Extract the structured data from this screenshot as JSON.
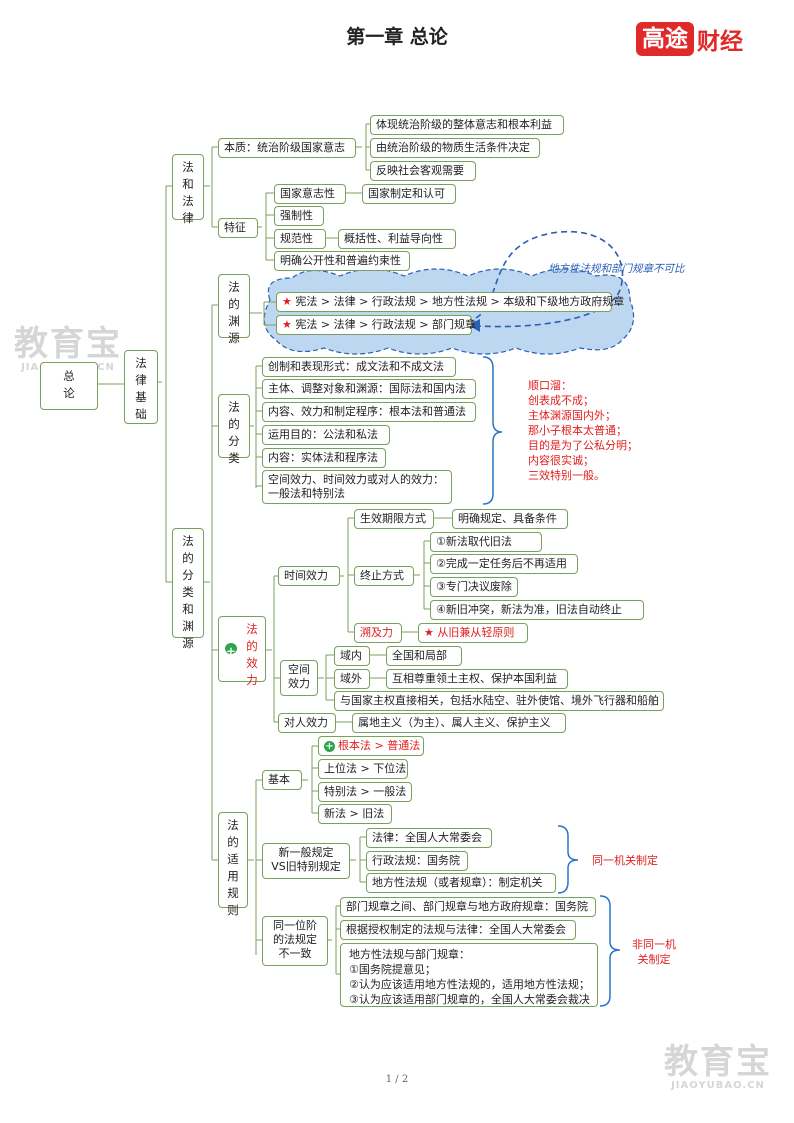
{
  "title": "第一章 总论",
  "logo": {
    "part1": "高途",
    "part2": "财经"
  },
  "watermark": {
    "text": "教育宝",
    "url": "JIAOYUBAO.CN"
  },
  "root": "总论",
  "l1": "法律基础",
  "fa_he_falv": {
    "label": "法和法律",
    "benzhi": "本质：统治阶级国家意志",
    "benzhi_items": [
      "体现统治阶级的整体意志和根本利益",
      "由统治阶级的物质生活条件决定",
      "反映社会客观需要"
    ],
    "tezheng": "特征",
    "tezheng_items": [
      "国家意志性",
      "强制性",
      "规范性",
      "明确公开性和普遍约束性"
    ],
    "guojia_sub": "国家制定和认可",
    "guifan_sub": "概括性、利益导向性"
  },
  "fenlei_yuanyuan": {
    "label": "法的分类和渊源",
    "yuanyuan": "法的渊源",
    "yuanyuan_items": [
      "宪法 > 法律 > 行政法规 > 地方性法规 > 本级和下级地方政府规章",
      "宪法 > 法律 > 行政法规 > 部门规章"
    ],
    "cloud_note": "地方性法规和部门规章不可比",
    "fenlei": "法的分类",
    "fenlei_items": [
      "创制和表现形式：成文法和不成文法",
      "主体、调整对象和渊源：国际法和国内法",
      "内容、效力和制定程序：根本法和普通法",
      "运用目的：公法和私法",
      "内容：实体法和程序法",
      "空间效力、时间效力或对人的效力：",
      "一般法和特别法"
    ],
    "mnemonic": [
      "顺口溜：",
      "创表成不成；",
      "主体渊源国内外；",
      "那小子根本太普通；",
      "目的是为了公私分明；",
      "内容很实诚；",
      "三效特别一般。"
    ],
    "xiaoli": "法的效力",
    "shijian": "时间效力",
    "shengxiao": "生效期限方式",
    "shengxiao_sub": "明确规定、具备条件",
    "zhongzhi": "终止方式",
    "zhongzhi_items": [
      "①新法取代旧法",
      "②完成一定任务后不再适用",
      "③专门决议废除",
      "④新旧冲突，新法为准，旧法自动终止"
    ],
    "suji": "溯及力",
    "suji_sub": "从旧兼从轻原则",
    "kongjian": "空间效力",
    "yunei": "域内",
    "yunei_sub": "全国和局部",
    "yuwai": "域外",
    "yuwai_sub": "互相尊重领土主权、保护本国利益",
    "kongjian_extra": "与国家主权直接相关，包括水陆空、驻外使馆、境外飞行器和船舶",
    "duiren": "对人效力",
    "duiren_sub": "属地主义（为主）、属人主义、保护主义",
    "shiyong": "法的适用规则",
    "jiben": "基本",
    "jiben_items": [
      "根本法 > 普通法",
      "上位法 > 下位法",
      "特别法 > 一般法",
      "新法 > 旧法"
    ],
    "xinyiban": [
      "新一般规定",
      "VS旧特别规定"
    ],
    "xinyiban_items": [
      "法律：全国人大常委会",
      "行政法规：国务院",
      "地方性法规（或者规章）：制定机关"
    ],
    "tongyi_note": "同一机关制定",
    "tongyiwei": [
      "同一位阶",
      "的法规定",
      "不一致"
    ],
    "tongyiwei_items": [
      "部门规章之间、部门规章与地方政府规章：国务院",
      "根据授权制定的法规与法律：全国人大常委会"
    ],
    "difang_box": [
      "地方性法规与部门规章：",
      "①国务院提意见；",
      "②认为应该适用地方性法规的，适用地方性法规；",
      "③认为应该适用部门规章的，全国人大常委会裁决"
    ],
    "feitongyi_note": [
      "非同一机",
      "关制定"
    ]
  },
  "page_number": "1 / 2",
  "colors": {
    "line": "#7aa05e",
    "accent": "#e02020",
    "cloud": "#bcd7ef",
    "dashed": "#2a5fb5"
  }
}
